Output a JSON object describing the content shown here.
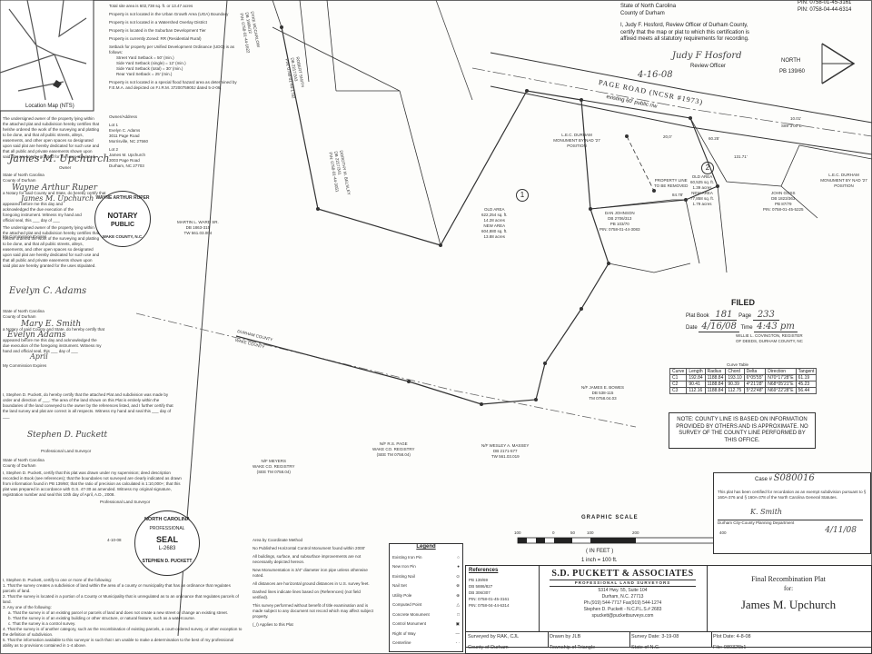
{
  "location_map": {
    "caption": "Location Map (NTS)"
  },
  "top_notes": [
    "Total site area is 602,738 sq. ft. or 13.47 acres",
    "Property is not located in the Urban Growth Area (UGA) Boundary",
    "Property is not located in a Watershed Overlay District",
    "Property is located in the Suburban Development Tier",
    "Property is currently Zoned: RR (Residential Rural)",
    "Setback for property per Unified Development Ordinance (UDO) is as follows:",
    "Street Yard Setback = 50' (min.)",
    "Side Yard Setback (single) = 12' (min.)",
    "Side Yard Setback (total) = 30' (min.)",
    "Rear Yard Setback = 25' (min.)",
    "Property is not located in a special flood hazard area as determined by F.E.M.A. and depicted on F.I.R.M. 3720075900J dated 5-2-06."
  ],
  "owners": {
    "heading": "Owner/Address",
    "lot1": [
      "Lot 1",
      "Evelyn C. Adams",
      "3011 Page Road",
      "Morrisville, NC 27560"
    ],
    "lot2": [
      "Lot 2",
      "James M. Upchurch",
      "3003 Page Road",
      "Durham, NC 27703"
    ]
  },
  "cert_owner1": "The undersigned owner of the property lying within the attached plat and subdivision hereby certifies that he/she ordered the work of the surveying and platting to be done, and that all public streets, alleys, easements, and other open spaces so designated upon said plat are hereby dedicated for such use and that all public and private easements shown upon said plat are hereby granted for the uses stipulated.",
  "owner_label": "Owner",
  "notary1": [
    "State of North Carolina",
    "County of Durham",
    "a Notary for said County and State, do hereby certify that",
    "appeared before me this day and acknowledged the due execution of the foregoing instrument. Witness my hand and official seal, this ___ day of ___",
    "My Commission Expires"
  ],
  "seal1": {
    "ring": "WAYNE ARTHUR RUPER",
    "center": "NOTARY",
    "lower": "PUBLIC",
    "bottom": "WAKE COUNTY, N.C."
  },
  "cert_owner2": "The undersigned owner of the property lying within the attached plat and subdivision hereby certifies that he/she ordered the work of the surveying and platting to be done, and that all public streets, alleys, easements, and other open spaces so designated upon said plat are hereby dedicated for such use and that all public and private easements shown upon said plat are hereby granted for the uses stipulated.",
  "notary2": [
    "State of North Carolina",
    "County of Durham",
    "a Notary of said County and State, do hereby certify that",
    "appeared before me this day and acknowledged the due execution of the foregoing instrument. Witness my hand and official seal, this ___ day of ___",
    "My Commission Expires"
  ],
  "surveyor_cert": "I, Stephen D. Puckett, do hereby certify that the attached Plat and subdivision was made by order and direction of ___. The area of the land shown on this Plat is entirely within the boundaries of the land conveyed to the owner by the references listed, and I further certify that the land survey and plat are correct in all respects. Witness my hand and seal this ___ day of ___",
  "pls_label": "Professional Land Surveyor",
  "state_lines": [
    "State of North Carolina",
    "County of Durham"
  ],
  "bottom_cert": "I, Stephen D. Puckett, certify that this plat was drawn under my supervision; deed description recorded in Book (see references); that the boundaries not surveyed are clearly indicated as drawn from information found in PB 139/60; that the ratio of precision as calculated is 1:10,000+; that this plat was prepared in accordance with G.S. 47-30 as amended. Witness my original signature, registration number and seal this 10th day of April, A.D., 2008.",
  "bottom_cert2": "Professional Land Surveyor",
  "certify_list_title": "I, Stephen D. Puckett, certify to one or more of the following:",
  "certify_list": [
    "1. That the survey creates a subdivision of land within the area of a county or municipality that has an ordinance that regulates parcels of land.",
    "2. That the survey is located in a portion of a County or Municipality that is unregulated as to an ordinance that regulates parcels of land.",
    "3. Any one of the following:",
    "a. That the survey is of an existing parcel or parcels of land and does not create a new street or change an existing street.",
    "b. That the survey is of an existing building or other structure, or natural feature, such as a watercourse.",
    "c. That the survey is a control survey.",
    "4. That the survey is of another category, such as the recombination of existing parcels, a court-ordered survey, or other exception to the definition of subdivision.",
    "5. That the information available to this surveyor is such that I am unable to make a determination to the best of my professional ability as to provisions contained in 1-4 above."
  ],
  "pls_seal": {
    "ring_top": "NORTH CAROLINA",
    "ring_mid": "PROFESSIONAL",
    "center": "SEAL",
    "number": "L-2683",
    "ring_bottom": "STEPHEN D. PUCKETT",
    "sig_date": "4-10-08"
  },
  "review_officer": {
    "lines": [
      "State of North Carolina",
      "County of Durham",
      "I, Judy F. Hosford, Review Officer of Durham County, certify that the map or plat to which this certification is affixed meets all statutory requirements for recording."
    ],
    "label": "Review Officer",
    "signature": "Judy F Hosford",
    "date": "4-16-08"
  },
  "pins": [
    "PIN: 0758-01-45-3161",
    "PIN: 0758-04-44-6314"
  ],
  "north": {
    "label": "NORTH",
    "ref": "PB 139/60"
  },
  "page_road": "PAGE ROAD (NCSR #1973)",
  "row_label": "existing 60' public r/w",
  "neighbors": {
    "martin": [
      "MARTIN L. WARD SR.",
      "DB 1863-315",
      "TW 561.03.004"
    ],
    "meyers": [
      "N/F MEYERS",
      "WAKE CO. REGISTRY",
      "(SEE TM 0758.04)"
    ],
    "page": [
      "N/F R.S. PAGE",
      "WAKE CO. REGISTRY",
      "(SEE TM 0758.04)"
    ],
    "massey": [
      "N/F WESLEY A. MASSEY",
      "DB 2171-577",
      "TW 561.03.019"
    ],
    "jbowes": [
      "N/F JAMES E. BOWES",
      "DB 538-115",
      "TM 0758.04.03"
    ],
    "johnson": [
      "DAN JOHNSON",
      "DB 2706/313",
      "PB 103/70",
      "PIN: 0758-01-44-3083"
    ],
    "goss": [
      "JOHN GOSS",
      "DB 1823/363",
      "PB 87/79",
      "PIN: 0758-01-45-5225"
    ],
    "dorothy": [
      "DOROTHY M. BELSLEY",
      "DB 2217/341",
      "PIN: 0758-01-44-3051"
    ],
    "robert": [
      "ROBERT SMITH",
      "DB 2217/343",
      "PIN: 0758-01-44-1782"
    ],
    "dyke": [
      "DYKE MCCARLOW",
      "DB 1906/12",
      "PIN: 0758-01-44-1622"
    ]
  },
  "lot1": {
    "num": "1",
    "old_area": "OLD AREA",
    "old_val": "622,254 sq. ft.",
    "old_ac": "14.28 acres",
    "new_area": "NEW AREA",
    "new_val": "604,880 sq. ft.",
    "new_ac": "13.88 acres"
  },
  "lot2": {
    "num": "2",
    "old_area": "OLD AREA",
    "old_val": "60,525 sq. ft.",
    "old_ac": "1.39 acres",
    "new_area": "NEW AREA",
    "new_val": "77,858 sq. ft.",
    "new_ac": "1.79 acres"
  },
  "property_line": [
    "PROPERTY LINE",
    "TO BE REMOVED"
  ],
  "county_line": [
    "DURHAM COUNTY",
    "WAKE COUNTY"
  ],
  "road_labels": [
    "L.E.C. DURHAM MONUMENT BY NAD '27 POSITION",
    "L.E.C. DURHAM MONUMENT BY NAD '27 POSITION"
  ],
  "dims": {
    "d1": "10.01'",
    "d2": "S89°3'00\"E",
    "s1": "20,0'",
    "s2": "60.25'",
    "s3": "84.78'",
    "s4": "131.71'"
  },
  "filed": {
    "title": "FILED",
    "plat_book": "Plat Book",
    "pb_val": "181",
    "page": "Page",
    "page_val": "233",
    "date": "Date",
    "date_val": "4/16/08",
    "time": "Time",
    "time_val": "4:43 pm",
    "register": "WILLIE L. COVINGTON, REGISTER OF DEEDS, DURHAM COUNTY, NC"
  },
  "curve_table": {
    "title": "Curve Table",
    "headers": [
      "Curve",
      "Length",
      "Radius",
      "Chord",
      "Delta",
      "Direction",
      "Tangent"
    ],
    "rows": [
      [
        "C1",
        "192.84",
        "1188.84",
        "193.10",
        "6°05'55\"",
        "N70°17'28\"E",
        "61.19"
      ],
      [
        "C2",
        "90.41",
        "1188.84",
        "90.39",
        "4°21'28\"",
        "N68°05'21\"E",
        "45.23"
      ],
      [
        "C3",
        "112.16",
        "1188.84",
        "112.75",
        "5°22'48\"",
        "N69°22'28\"E",
        "56.44"
      ]
    ]
  },
  "county_note": "NOTE: COUNTY LINE IS BASED ON INFORMATION PROVIDED BY OTHERS AND IS APPROXIMATE. NO SURVEY OF THE COUNTY LINE PERFORMED BY THIS OFFICE.",
  "case_box": {
    "case": "Case #",
    "case_val": "S080016",
    "text": "This plat has been certified for recordation as an exempt subdivision pursuant to § 160A-376 and § 160A-378 of the North Carolina General Statutes.",
    "dept": "Durham City-County Planning Department",
    "date": "4/11/08"
  },
  "graphic_scale": {
    "title": "GRAPHIC SCALE",
    "ticks": [
      "100",
      "0",
      "50",
      "100",
      "200",
      "400"
    ],
    "unit": "( IN FEET )",
    "ratio": "1 inch = 100 ft."
  },
  "notes_list": [
    "Area by Coordinate Method",
    "No Published Horizontal Control Monument found within 2000'",
    "All buildings, surface, and subsurface improvements are not necessarily depicted hereon.",
    "New Monumentation is 3/4\" diameter iron pipe unless otherwise noted.",
    "All distances are horizontal ground distances in U.S. survey feet.",
    "Dashed lines indicate lines based on (References) (not field verified).",
    "This survey performed without benefit of title examination and is made subject to any document not record which may affect subject property.",
    "(_/) Applies to this Plat"
  ],
  "legend": {
    "title": "Legend",
    "items": [
      "Existing Iron Pin",
      "New Iron Pin",
      "Existing Nail",
      "Nail Set",
      "Utility Pole",
      "Computed Point",
      "Concrete Monument",
      "Control Monument",
      "Right of Way",
      "Centerline"
    ]
  },
  "references": {
    "title": "References",
    "items": [
      "PB 139/69",
      "DB 5886/827",
      "DB 306/307",
      "PIN: 0758-01-45-3161",
      "PIN: 0758-04-44-6314"
    ]
  },
  "company": {
    "name": "S.D. PUCKETT & ASSOCIATES",
    "sub": "PROFESSIONAL LAND SURVEYORS",
    "addr1": "5314 Hwy. 55, Suite 104",
    "addr2": "Durham, N.C. 27713",
    "phone": "Ph.(919) 544-7717 Fax(919) 544-1274",
    "person": "Stephen D. Puckett - N.C.P.L.S.# 2683",
    "email": "spuckett@puckettsurveys.com"
  },
  "title_block": {
    "title": "Final Recombination Plat",
    "for": "for:",
    "name": "James M. Upchurch"
  },
  "footer": {
    "surveyed": "Surveyed by RAK, CJL",
    "drawn": "Drawn by JLB",
    "survey_date": "Survey Date: 3-19-08",
    "plot_date": "Plot Date: 4-8-08",
    "county": "County of Durham",
    "township": "Township of Triangle",
    "state": "State of N.C.",
    "file": "File: 080325b1"
  }
}
